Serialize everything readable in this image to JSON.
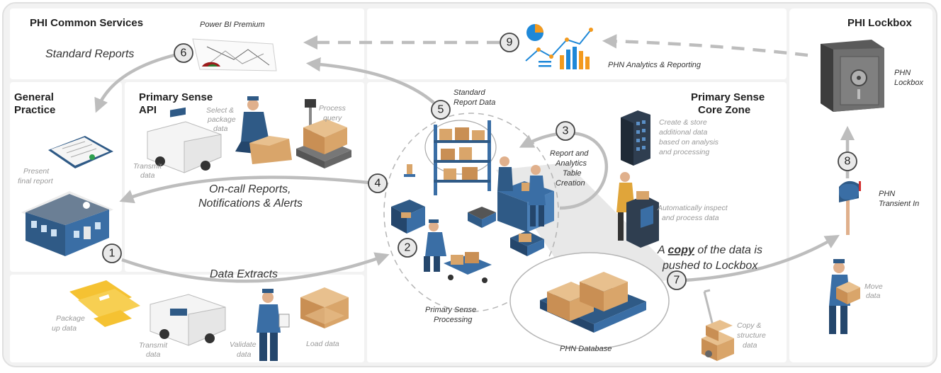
{
  "zones": {
    "common_services": "PHI Common Services",
    "lockbox": "PHI Lockbox",
    "general_practice_line1": "General",
    "general_practice_line2": "Practice",
    "api_line1": "Primary Sense",
    "api_line2": "API",
    "core_line1": "Primary Sense",
    "core_line2": "Core Zone"
  },
  "flows": {
    "standard_reports": "Standard Reports",
    "on_call_line1": "On-call Reports,",
    "on_call_line2": "Notifications & Alerts",
    "data_extracts": "Data Extracts",
    "copy_line1_pre": "A ",
    "copy_line1_em": "copy",
    "copy_line1_post": " of the data is",
    "copy_line2": "pushed to Lockbox"
  },
  "labels": {
    "power_bi": "Power BI Premium",
    "analytics": "PHN Analytics & Reporting",
    "phn_lockbox_1": "PHN",
    "phn_lockbox_2": "Lockbox",
    "standard_report_data_1": "Standard",
    "standard_report_data_2": "Report Data",
    "report_tables_1": "Report and",
    "report_tables_2": "Analytics",
    "report_tables_3": "Table",
    "report_tables_4": "Creation",
    "phn_transient_1": "PHN",
    "phn_transient_2": "Transient In",
    "ps_processing_1": "Primary Sense",
    "ps_processing_2": "Processing",
    "phn_database": "PHN Database"
  },
  "actions": {
    "select_package_1": "Select &",
    "select_package_2": "package",
    "select_package_3": "data",
    "process_query_1": "Process",
    "process_query_2": "query",
    "transmit_1": "Transmit",
    "transmit_2": "data",
    "present_1": "Present",
    "present_2": "final report",
    "create_store_1": "Create & store",
    "create_store_2": "additional data",
    "create_store_3": "based on analysis",
    "create_store_4": "and processing",
    "inspect_1": "Automatically inspect",
    "inspect_2": "and process data",
    "move_1": "Move",
    "move_2": "data",
    "copy_structure_1": "Copy &",
    "copy_structure_2": "structure",
    "copy_structure_3": "data",
    "package_up_1": "Package",
    "package_up_2": "up data",
    "transmit_b_1": "Transmit",
    "transmit_b_2": "data",
    "validate_1": "Validate",
    "validate_2": "data",
    "load": "Load data"
  },
  "steps": [
    "1",
    "2",
    "3",
    "4",
    "5",
    "6",
    "7",
    "8",
    "9"
  ],
  "colors": {
    "arrow": "#bdbdbd",
    "zone_border": "#d6d6d6",
    "worker_blue": "#2f5a86",
    "box": "#d9a56a",
    "shelf_blue": "#3a6ea5",
    "accent_orange": "#f39a1e",
    "accent_blue": "#1e88d8"
  }
}
